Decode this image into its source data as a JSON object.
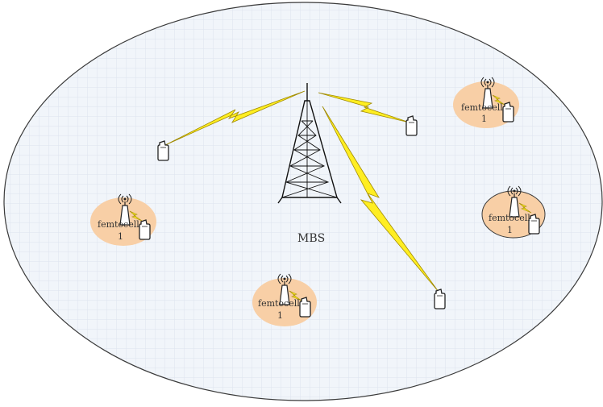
{
  "diagram": {
    "macro_station_label": "MBS",
    "femtocells": [
      {
        "line1": "femtocell",
        "line2": "1"
      },
      {
        "line1": "femtocell",
        "line2": "1"
      },
      {
        "line1": "femtocell",
        "line2": "1"
      },
      {
        "line1": "femtocell",
        "line2": "1"
      }
    ],
    "colors": {
      "coverage_fill": "#f1f5fa",
      "coverage_grid": "#dde4ee",
      "coverage_stroke": "#3a3a3a",
      "femtocell_fill": "#f8cfa6",
      "link_fill": "#ffee22",
      "link_stroke": "#a08a00",
      "tower_stroke": "#111111"
    }
  }
}
